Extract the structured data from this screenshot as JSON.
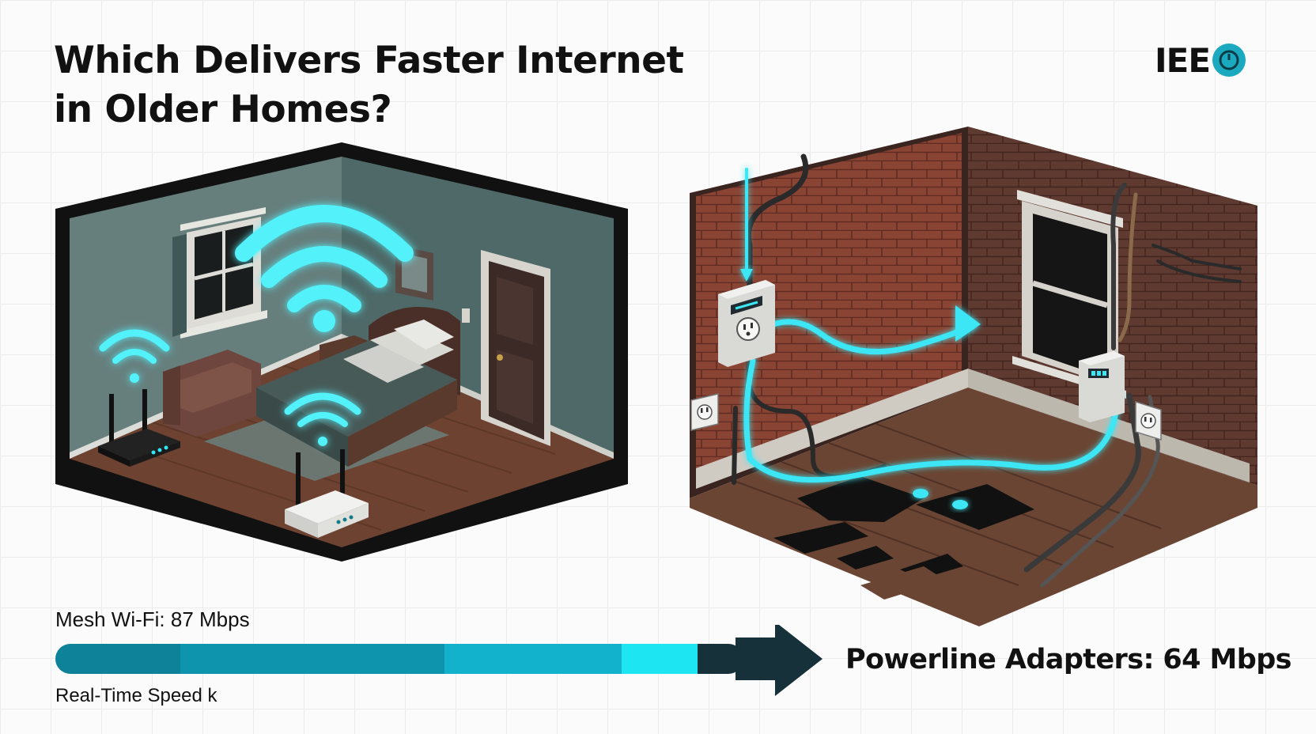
{
  "title": {
    "line1": "Which Delivers Faster Internet",
    "line2": "in Older Homes?"
  },
  "logo": {
    "text": "IEE",
    "mark_icon": "power-circle-icon",
    "mark_color": "#1aa9bf"
  },
  "mesh_label": "Mesh Wi-Fi: 87 Mbps",
  "realtime_label": "Real-Time Speed k",
  "powerline_label": "Powerline Adapters: 64 Mbps",
  "speed_bar": {
    "segment_colors": [
      "#0e8299",
      "#0f94ad",
      "#13b2cc",
      "#1de6f2",
      "#16313a"
    ],
    "arrow_color": "#16313a"
  },
  "colors": {
    "accent_cyan": "#2ee6f5",
    "wall_teal": "#4f6d6b",
    "brick": "#8a4433",
    "floor_wood": "#6e4230",
    "room_border": "#111111"
  },
  "icons": {
    "wifi": "wifi-icon",
    "router": "router-icon",
    "adapter": "powerline-adapter-icon",
    "outlet": "outlet-icon",
    "arrow": "arrow-right-icon"
  }
}
